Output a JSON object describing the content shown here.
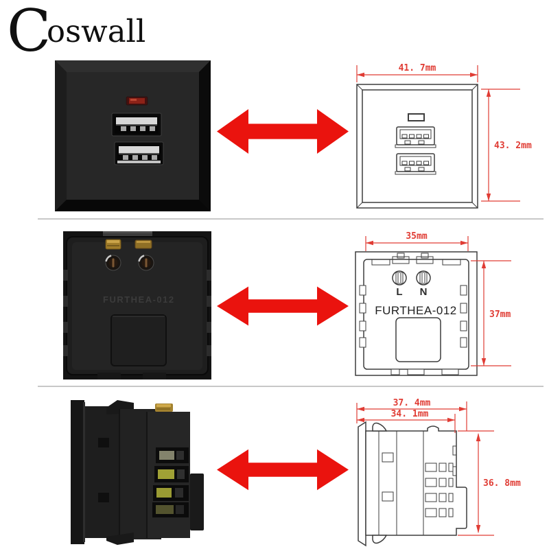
{
  "brand": {
    "name": "Coswall",
    "logo_initial": "C",
    "logo_rest": "oswall"
  },
  "colors": {
    "accent-red": "#ea130e",
    "dim-red": "#e03c34",
    "line-dark": "#3d3d3d",
    "divider": "#c8c8c8",
    "photo-black": "#242424",
    "led-red": "#8c2218",
    "brass": "#a07c2a",
    "contact-yellow": "#a0a135"
  },
  "rows": [
    {
      "view": "front",
      "dim_width": "41. 7mm",
      "dim_height": "43. 2mm"
    },
    {
      "view": "back",
      "dim_width": "35mm",
      "dim_height": "37mm",
      "terminal_live": "L",
      "terminal_neutral": "N",
      "model": "FURTHEA-012",
      "photo_model": "FURTHEA-012"
    },
    {
      "view": "side",
      "dim_outer_width": "37. 4mm",
      "dim_inner_width": "34. 1mm",
      "dim_height": "36. 8mm"
    }
  ]
}
